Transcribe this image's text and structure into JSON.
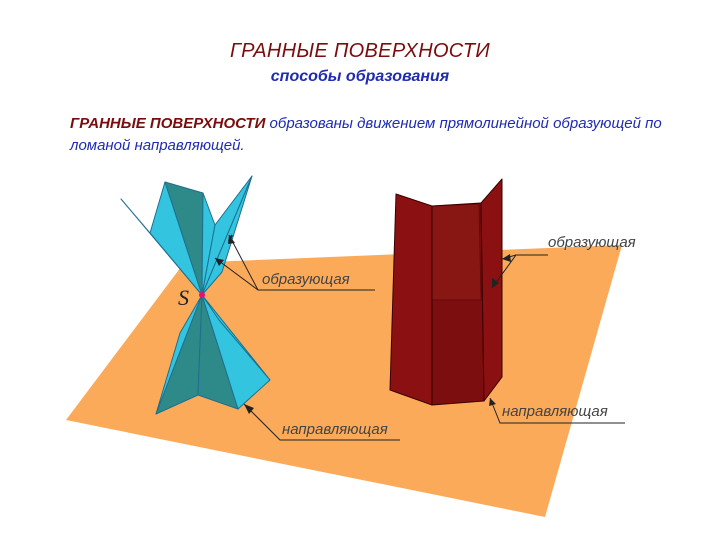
{
  "title": "ГРАННЫЕ ПОВЕРХНОСТИ",
  "subtitle": "способы образования",
  "description": {
    "term": "ГРАННЫЕ ПОВЕРХНОСТИ",
    "text": " образованы движением прямолинейной образующей по ломаной направляющей."
  },
  "figure": {
    "apex_label": "S",
    "pyramid_generatrix_label": "образующая",
    "pyramid_directrix_label": "направляющая",
    "prism_generatrix_label": "образующая",
    "prism_directrix_label": "направляющая"
  },
  "colors": {
    "title": "#7a0c0c",
    "text": "#1f2bb0",
    "plane": "#fbaa5a",
    "pyramid_light": "#33c4e0",
    "pyramid_dark": "#2e8a88",
    "prism": "#8a1012",
    "apex": "#e0108a"
  }
}
